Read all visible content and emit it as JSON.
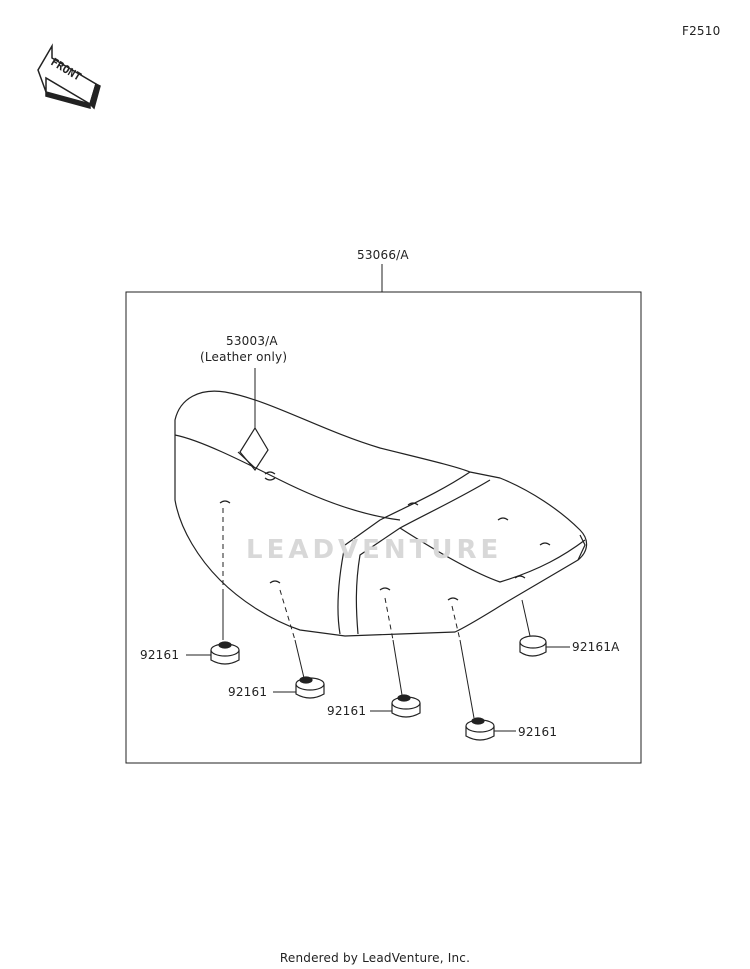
{
  "figure_code": "F2510",
  "front_label": "FRONT",
  "assembly_part": "53066/A",
  "sub_part": {
    "number": "53003/A",
    "note": "(Leather only)"
  },
  "callouts": [
    {
      "part": "92161"
    },
    {
      "part": "92161"
    },
    {
      "part": "92161"
    },
    {
      "part": "92161"
    },
    {
      "part": "92161A"
    }
  ],
  "watermark": "LEADVENTURE",
  "footer": "Rendered by LeadVenture, Inc.",
  "colors": {
    "line": "#222222",
    "watermark": "#d8d8d8"
  }
}
